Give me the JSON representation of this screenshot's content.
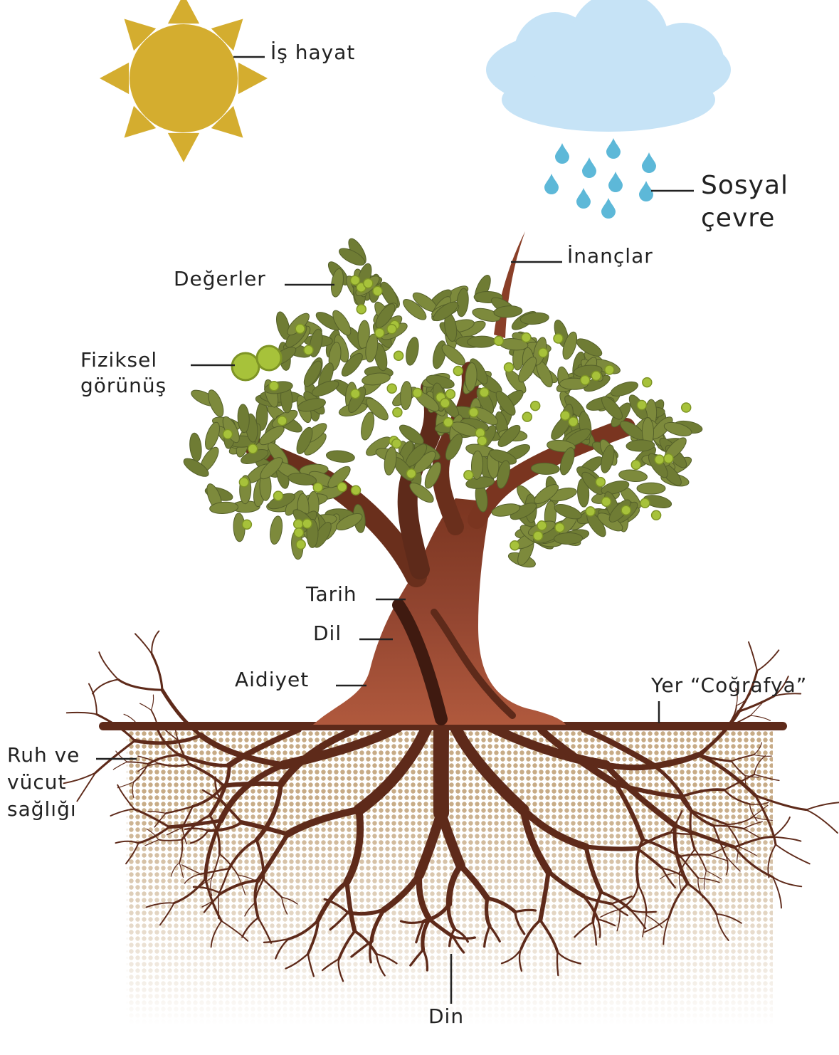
{
  "labels": {
    "is_hayat": "İş hayat",
    "sosyal_cevre_line1": "Sosyal",
    "sosyal_cevre_line2": "çevre",
    "inanclar": "İnançlar",
    "degerler": "Değerler",
    "fiziksel_line1": "Fiziksel",
    "fiziksel_line2": "görünüş",
    "tarih": "Tarih",
    "dil": "Dil",
    "aidiyet": "Aidiyet",
    "yer_cografya": "Yer “Coğrafya”",
    "ruh_line1": "Ruh ve",
    "ruh_line2": "vücut",
    "ruh_line3": "sağlığı",
    "din": "Din"
  },
  "colors": {
    "sun": "#d4ad2f",
    "cloud": "#c6e3f6",
    "raindrop": "#5db8d8",
    "leaf": "#7d8a3c",
    "olive": "#a7c23a",
    "trunk_dark": "#5e2a1a",
    "trunk_mid": "#8a3f28",
    "trunk_light": "#b0593d",
    "ground_line": "#5e2a1a",
    "soil": "#c7ab86",
    "label_line": "#222222"
  }
}
